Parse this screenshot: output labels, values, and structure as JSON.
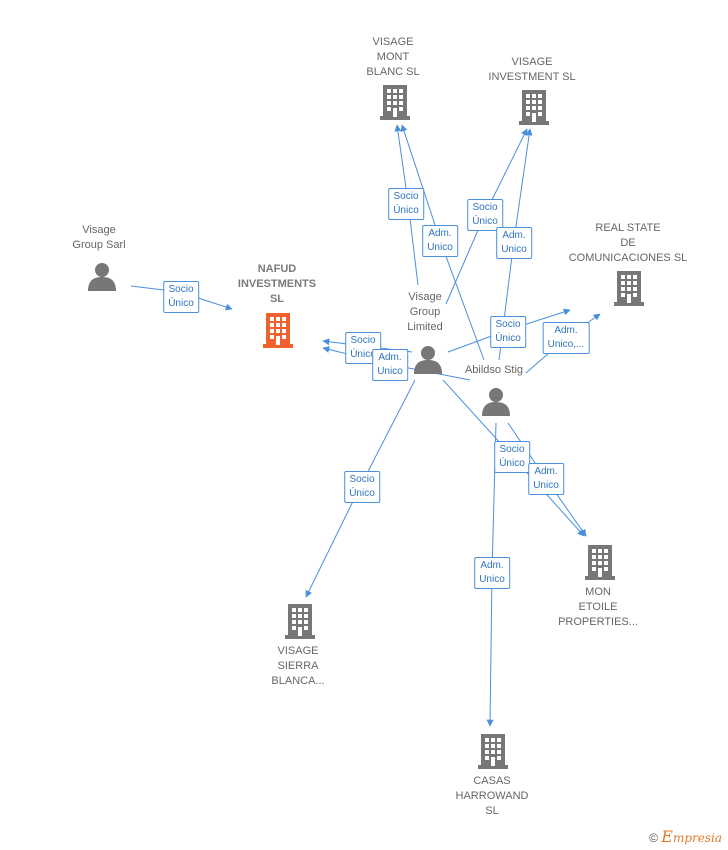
{
  "nodes": {
    "visage_mont_blanc": {
      "label": [
        "VISAGE",
        "MONT",
        "BLANC  SL"
      ],
      "kind": "company"
    },
    "visage_investment": {
      "label": [
        "VISAGE",
        "INVESTMENT SL"
      ],
      "kind": "company"
    },
    "real_state": {
      "label": [
        "REAL STATE",
        "DE",
        "COMUNICACIONES SL"
      ],
      "kind": "company"
    },
    "visage_group_sarl": {
      "label": [
        "Visage",
        "Group Sarl"
      ],
      "kind": "person"
    },
    "nafud": {
      "label": [
        "NAFUD",
        "INVESTMENTS",
        "SL"
      ],
      "kind": "company-focus"
    },
    "visage_group_limited": {
      "label": [
        "Visage",
        "Group",
        "Limited"
      ],
      "kind": "person"
    },
    "abildso": {
      "label": [
        "Abildso Stig"
      ],
      "kind": "person"
    },
    "mon_etoile": {
      "label": [
        "MON",
        "ETOILE",
        "PROPERTIES..."
      ],
      "kind": "company"
    },
    "visage_sierra": {
      "label": [
        "VISAGE",
        "SIERRA",
        "BLANCA..."
      ],
      "kind": "company"
    },
    "casas": {
      "label": [
        "CASAS",
        "HARROWAND",
        "SL"
      ],
      "kind": "company"
    }
  },
  "edge_labels": {
    "sarl_nafud": [
      "Socio",
      "Único"
    ],
    "vgl_nafud_socio": [
      "Socio",
      "Único"
    ],
    "ab_nafud_adm": [
      "Adm.",
      "Unico"
    ],
    "vgl_montblanc_socio": [
      "Socio",
      "Único"
    ],
    "ab_montblanc_adm": [
      "Adm.",
      "Unico"
    ],
    "vgl_investment_socio": [
      "Socio",
      "Único"
    ],
    "ab_investment_adm": [
      "Adm.",
      "Unico"
    ],
    "vgl_realstate_socio": [
      "Socio",
      "Único"
    ],
    "ab_realstate_adm": [
      "Adm.",
      "Unico,..."
    ],
    "vgl_sierra_socio": [
      "Socio",
      "Único"
    ],
    "vgl_etoile_socio": [
      "Socio",
      "Único"
    ],
    "ab_etoile_adm": [
      "Adm.",
      "Unico"
    ],
    "ab_casas_adm": [
      "Adm.",
      "Unico"
    ]
  },
  "colors": {
    "edge": "#4a8fd9",
    "focus": "#f0622d",
    "node": "#777777"
  },
  "footer": {
    "copyright": "©",
    "brand": "mpresia",
    "brand_initial": "E"
  }
}
